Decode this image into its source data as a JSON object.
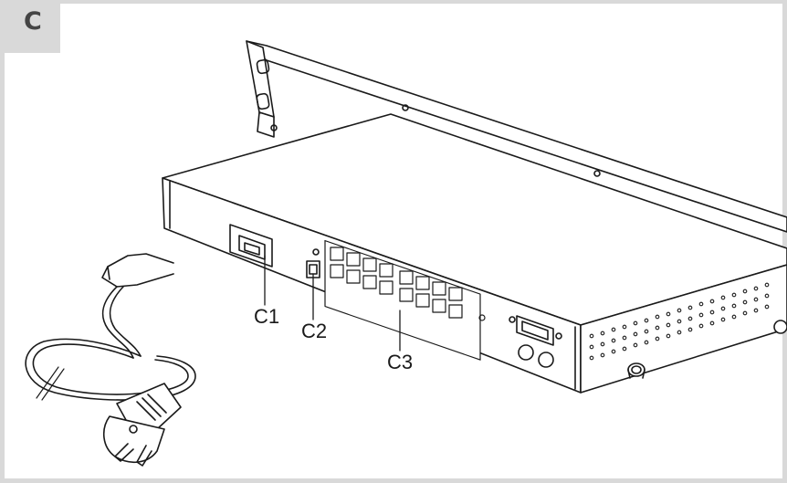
{
  "figure_label": "C",
  "callouts": {
    "c1": "C1",
    "c2": "C2",
    "c3": "C3"
  },
  "colors": {
    "frame": "#d9d9d9",
    "line": "#1a1a1a",
    "surface": "#ffffff"
  },
  "parts": [
    "power-socket",
    "power-cord",
    "plug",
    "rj45-ports",
    "vga-port",
    "ps2-ports",
    "mounting-bracket"
  ]
}
